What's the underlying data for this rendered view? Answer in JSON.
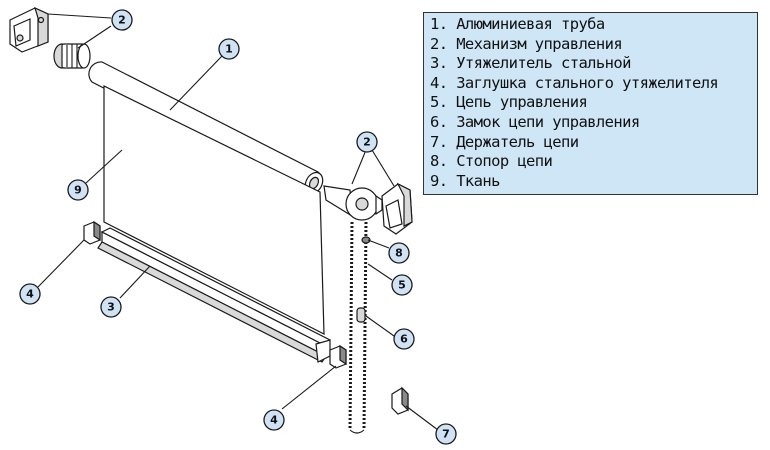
{
  "legend": [
    {
      "num": "1",
      "label": "Алюминиевая труба"
    },
    {
      "num": "2",
      "label": "Механизм управления"
    },
    {
      "num": "3",
      "label": "Утяжелитель стальной"
    },
    {
      "num": "4",
      "label": "Заглушка стального утяжелителя"
    },
    {
      "num": "5",
      "label": "Цепь управления"
    },
    {
      "num": "6",
      "label": "Замок цепи управления"
    },
    {
      "num": "7",
      "label": "Держатель цепи"
    },
    {
      "num": "8",
      "label": "Стопор цепи"
    },
    {
      "num": "9",
      "label": "Ткань"
    }
  ],
  "callouts": {
    "c1": "1",
    "c2a": "2",
    "c2b": "2",
    "c3": "3",
    "c4a": "4",
    "c4b": "4",
    "c5": "5",
    "c6": "6",
    "c7": "7",
    "c8": "8",
    "c9": "9"
  },
  "colors": {
    "callout_fill": "#cfe3f5",
    "legend_fill": "#cfe6f6",
    "line": "#1a1a1a"
  }
}
